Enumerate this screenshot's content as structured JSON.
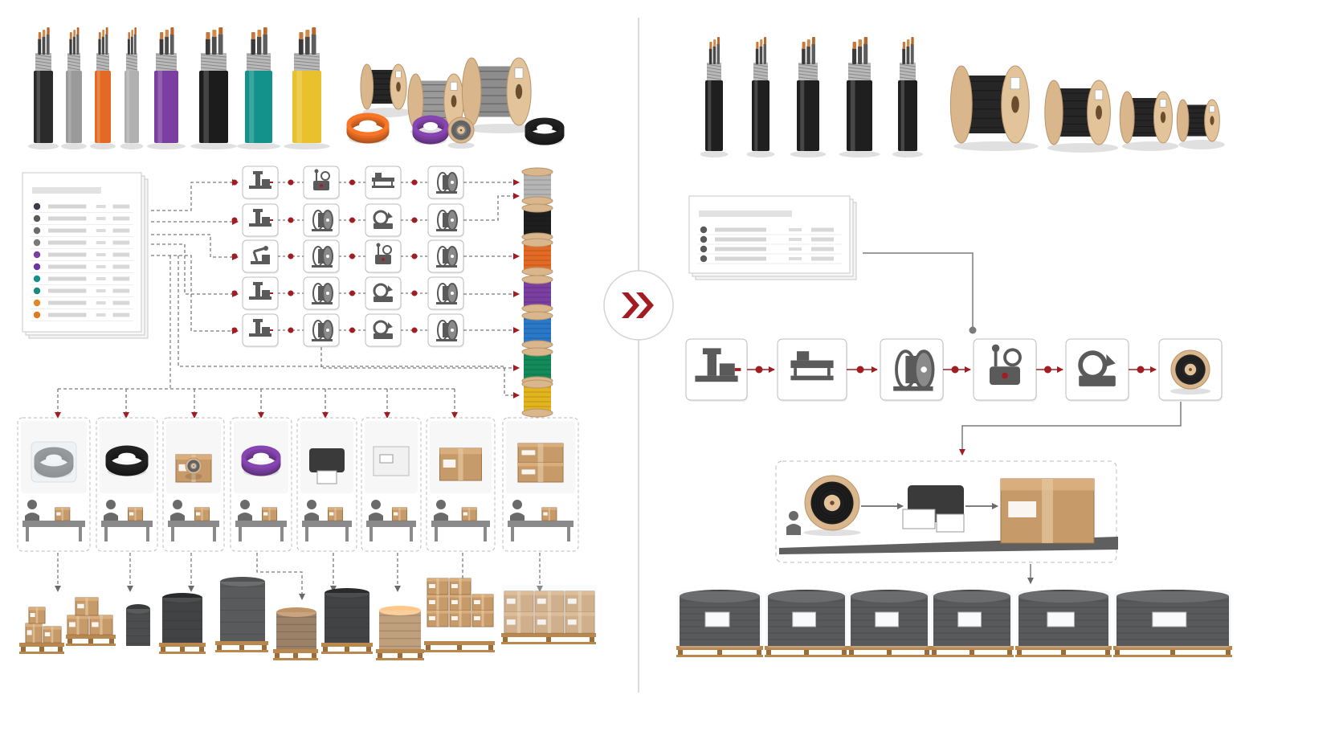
{
  "colors": {
    "background": "#ffffff",
    "divider": "#cfcfcf",
    "connector": "#7a7a7a",
    "dot_red": "#a11d22",
    "accent_red": "#a11d22",
    "icon_gray": "#5a5a5a",
    "box_border": "#bdbdbd",
    "cardboard": "#c79a6a",
    "wood": "#d9b68c",
    "pallet": "#b8884f"
  },
  "left_panel": {
    "cable_colors": [
      "#2b2b2b",
      "#9a9a9a",
      "#e26a24",
      "#b0b0b0",
      "#7a3fa0",
      "#1c1c1c",
      "#12928a",
      "#e9c12c"
    ],
    "order_sheet_dots": [
      "#3c3c4a",
      "#5a5a5a",
      "#6b6b6b",
      "#7a7a7a",
      "#7a3fa0",
      "#6a36a0",
      "#12928a",
      "#1a8a80",
      "#e0892a",
      "#e07a24"
    ],
    "machine_icons": [
      [
        "extruder-icon",
        "printer-icon",
        "conveyor-icon",
        "spool-icon"
      ],
      [
        "extruder-icon",
        "reel-icon",
        "cutter-icon",
        "spool-icon"
      ],
      [
        "robot-arm-icon",
        "winder-icon",
        "gauge-icon",
        "spool-icon"
      ],
      [
        "extruder-icon",
        "reel-icon",
        "coiler-icon",
        "spool-icon"
      ],
      [
        "extruder-icon",
        "reel-icon",
        "coiler-icon",
        "spool-icon"
      ]
    ],
    "output_spool_colors": [
      "#b5b5b5",
      "#1e1e1e",
      "#e26a24",
      "#7a3fa0",
      "#2a78c8",
      "#138a5a",
      "#e2b41e"
    ],
    "packing_stations": [
      {
        "package": "bagged-coil-icon"
      },
      {
        "package": "wrapped-coil-icon"
      },
      {
        "package": "open-box-icon"
      },
      {
        "package": "purple-coil-icon"
      },
      {
        "package": "label-printer-icon"
      },
      {
        "package": "labeled-box-icon"
      },
      {
        "package": "open-carton-icon"
      },
      {
        "package": "stacked-cartons-icon"
      }
    ]
  },
  "right_panel": {
    "cable_count": 5,
    "reel_count": 4,
    "process_steps": [
      "extruder-icon",
      "conveyor-icon",
      "winder-icon",
      "gauge-icon",
      "cutter-icon",
      "reel-icon"
    ],
    "pallet_count": 6
  },
  "center_icon": "double-chevron-right-icon"
}
